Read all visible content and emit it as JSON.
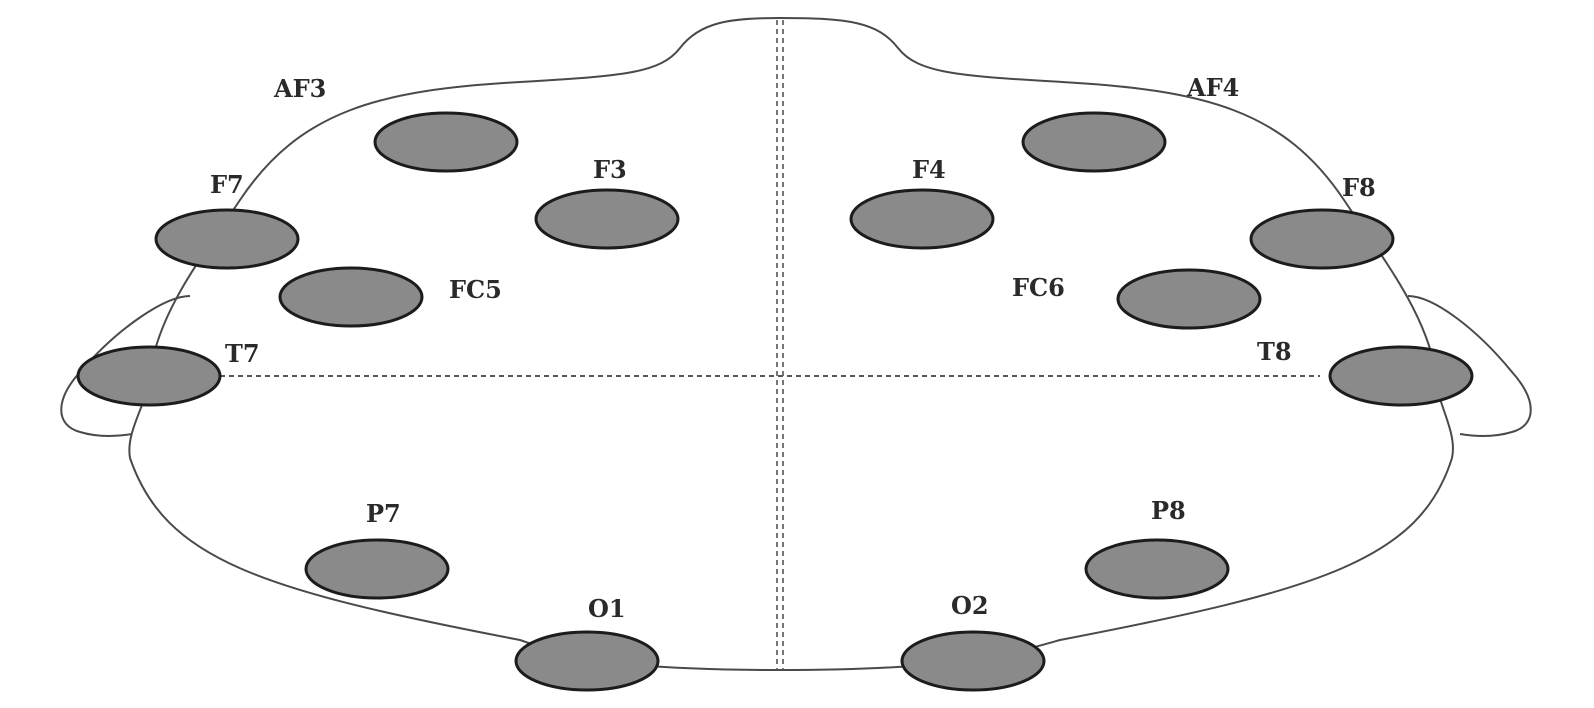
{
  "colors": {
    "electrode_fill": "#8a8a8a",
    "outline": "#4a4a4a",
    "background": "#ffffff"
  },
  "electrodes": [
    {
      "id": "af3",
      "label": "AF3"
    },
    {
      "id": "f7",
      "label": "F7"
    },
    {
      "id": "f3",
      "label": "F3"
    },
    {
      "id": "fc5",
      "label": "FC5"
    },
    {
      "id": "t7",
      "label": "T7"
    },
    {
      "id": "p7",
      "label": "P7"
    },
    {
      "id": "o1",
      "label": "O1"
    },
    {
      "id": "o2",
      "label": "O2"
    },
    {
      "id": "p8",
      "label": "P8"
    },
    {
      "id": "t8",
      "label": "T8"
    },
    {
      "id": "fc6",
      "label": "FC6"
    },
    {
      "id": "f4",
      "label": "F4"
    },
    {
      "id": "f8",
      "label": "F8"
    },
    {
      "id": "af4",
      "label": "AF4"
    }
  ]
}
